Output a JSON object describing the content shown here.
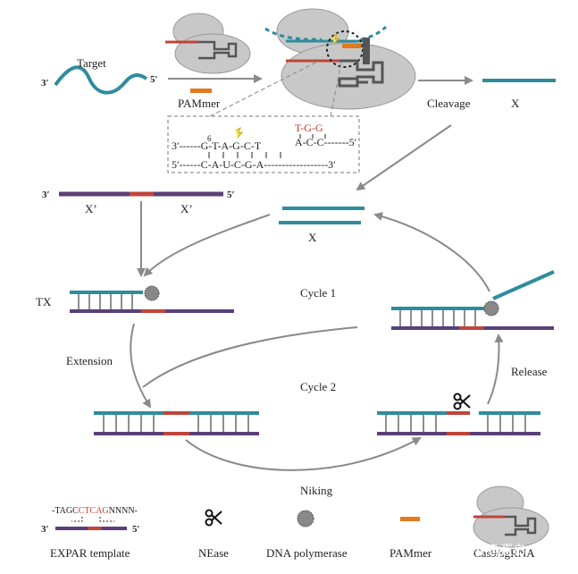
{
  "labels": {
    "target": "Target",
    "pammer_top": "PAMmer",
    "cleavage": "Cleavage",
    "x_top": "X",
    "x_mid": "X",
    "x_prime_left": "X’",
    "x_prime_right": "X’",
    "tx": "TX",
    "cycle1": "Cycle 1",
    "cycle2": "Cycle 2",
    "extension": "Extension",
    "release": "Release",
    "niking": "Niking",
    "three_prime": "3′",
    "five_prime": "5′"
  },
  "sequence_box": {
    "top_strand": "3′------G-T-A-G-C-T",
    "top_strand_tail": "A-C-C-------5′",
    "bottom_strand": "5′------C-A-U-C-G-A------------------3′",
    "pam_red": "T-G-G",
    "position_mark": "6"
  },
  "legend": {
    "template_seq_prefix": "-TAGC",
    "template_seq_red": "CTCAG",
    "template_seq_suffix": "NNNN-",
    "template_label": "EXPAR template",
    "nease_label": "NEase",
    "polymerase_label": "DNA polymerase",
    "pammer_label": "PAMmer",
    "cas_label": "Cas9/sgRNA"
  },
  "watermark": "知乎 @小鱼蛋白",
  "colors": {
    "teal": "#2f8c9d",
    "purple": "#5a3f79",
    "red": "#c0443a",
    "orange": "#e07b1f",
    "gray_blob": "#c8c8c8",
    "arrow": "#8a8a8a"
  }
}
